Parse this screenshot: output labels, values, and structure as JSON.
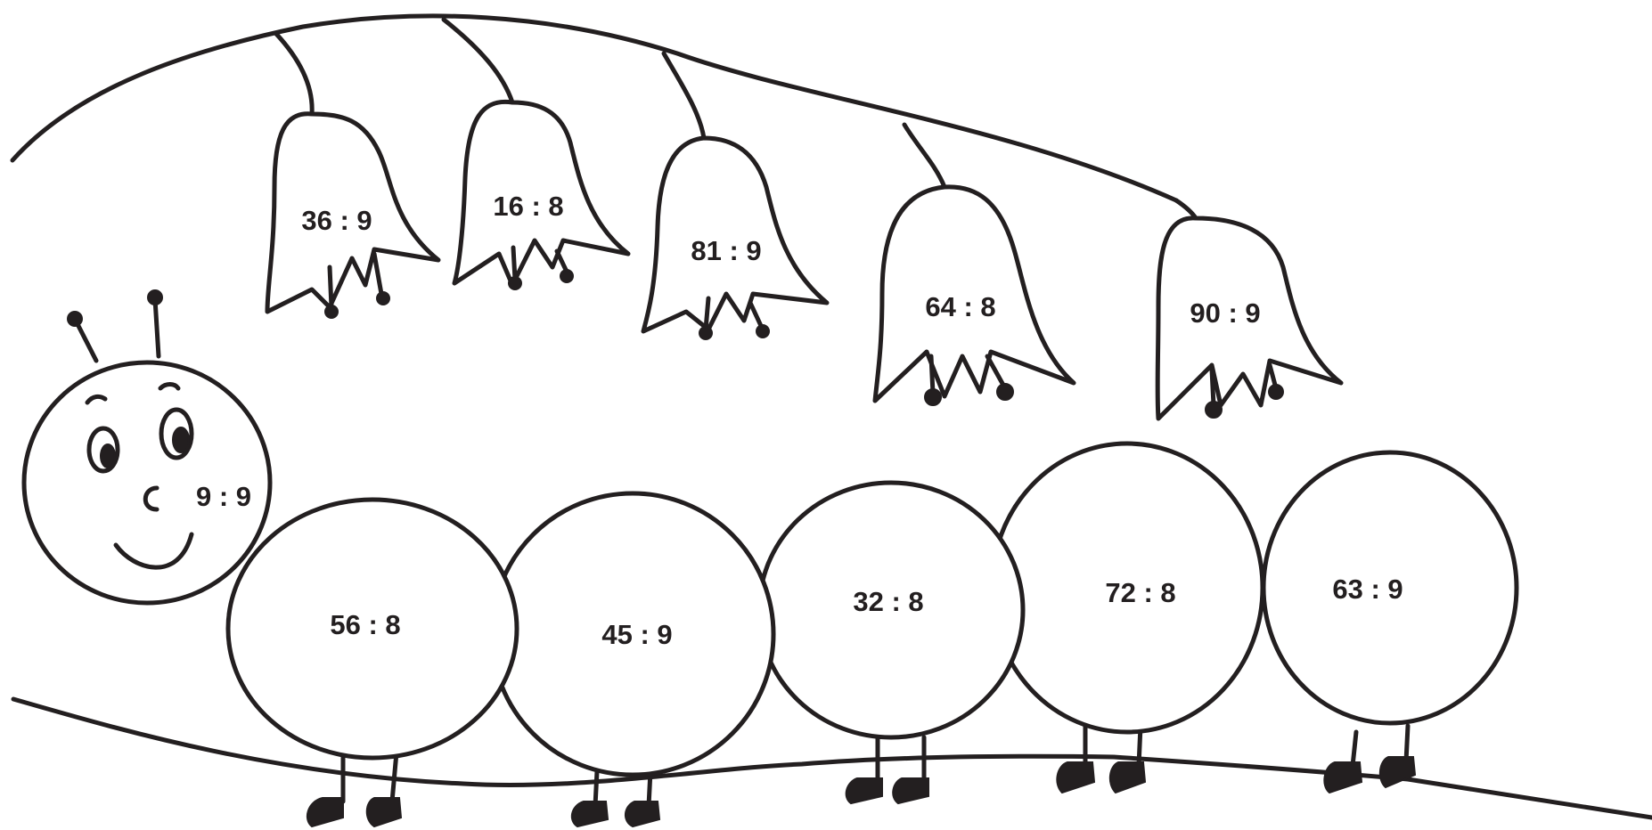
{
  "bells": [
    {
      "text": "36 : 9"
    },
    {
      "text": "16 : 8"
    },
    {
      "text": "81 : 9"
    },
    {
      "text": "64 : 8"
    },
    {
      "text": "90 : 9"
    }
  ],
  "caterpillar": {
    "head": {
      "text": "9 : 9"
    },
    "segments": [
      {
        "text": "56 : 8"
      },
      {
        "text": "45 : 9"
      },
      {
        "text": "32 : 8"
      },
      {
        "text": "72 : 8"
      },
      {
        "text": "63 : 9"
      }
    ]
  },
  "colors": {
    "ink": "#231f20",
    "paper": "#ffffff"
  }
}
